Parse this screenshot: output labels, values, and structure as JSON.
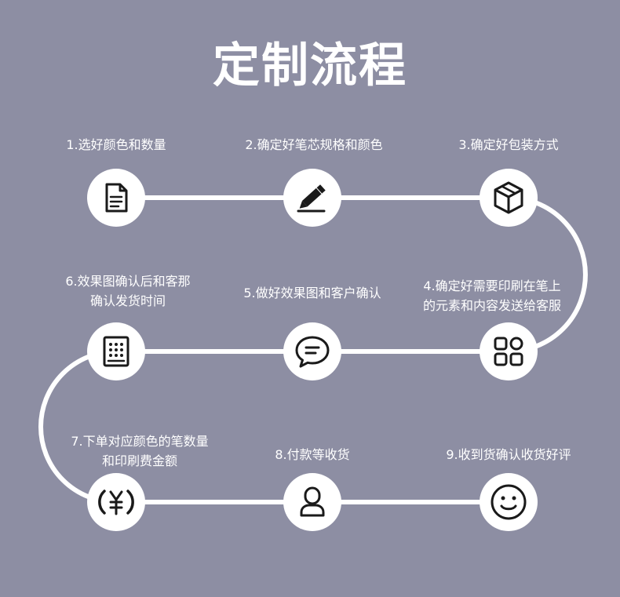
{
  "title": "定制流程",
  "colors": {
    "background": "#8d8ea3",
    "line": "#ffffff",
    "node": "#ffffff",
    "icon": "#1a1a1a"
  },
  "steps": [
    {
      "lines": [
        "1.选好颜色和数量"
      ],
      "icon": "document-icon"
    },
    {
      "lines": [
        "2.确定好笔芯规格和颜色"
      ],
      "icon": "pen-icon"
    },
    {
      "lines": [
        "3.确定好包装方式"
      ],
      "icon": "box-icon"
    },
    {
      "lines": [
        "4.确定好需要印刷在笔上",
        "的元素和内容发送给客服"
      ],
      "icon": "apps-icon"
    },
    {
      "lines": [
        "5.做好效果图和客户确认"
      ],
      "icon": "chat-bubble-icon"
    },
    {
      "lines": [
        "6.效果图确认后和客那",
        "确认发货时间"
      ],
      "icon": "keypad-icon"
    },
    {
      "lines": [
        "7.下单对应颜色的笔数量",
        "和印刷费金额"
      ],
      "icon": "yuan-coin-icon"
    },
    {
      "lines": [
        "8.付款等收货"
      ],
      "icon": "user-icon"
    },
    {
      "lines": [
        "9.收到货确认收货好评"
      ],
      "icon": "smile-icon"
    }
  ]
}
